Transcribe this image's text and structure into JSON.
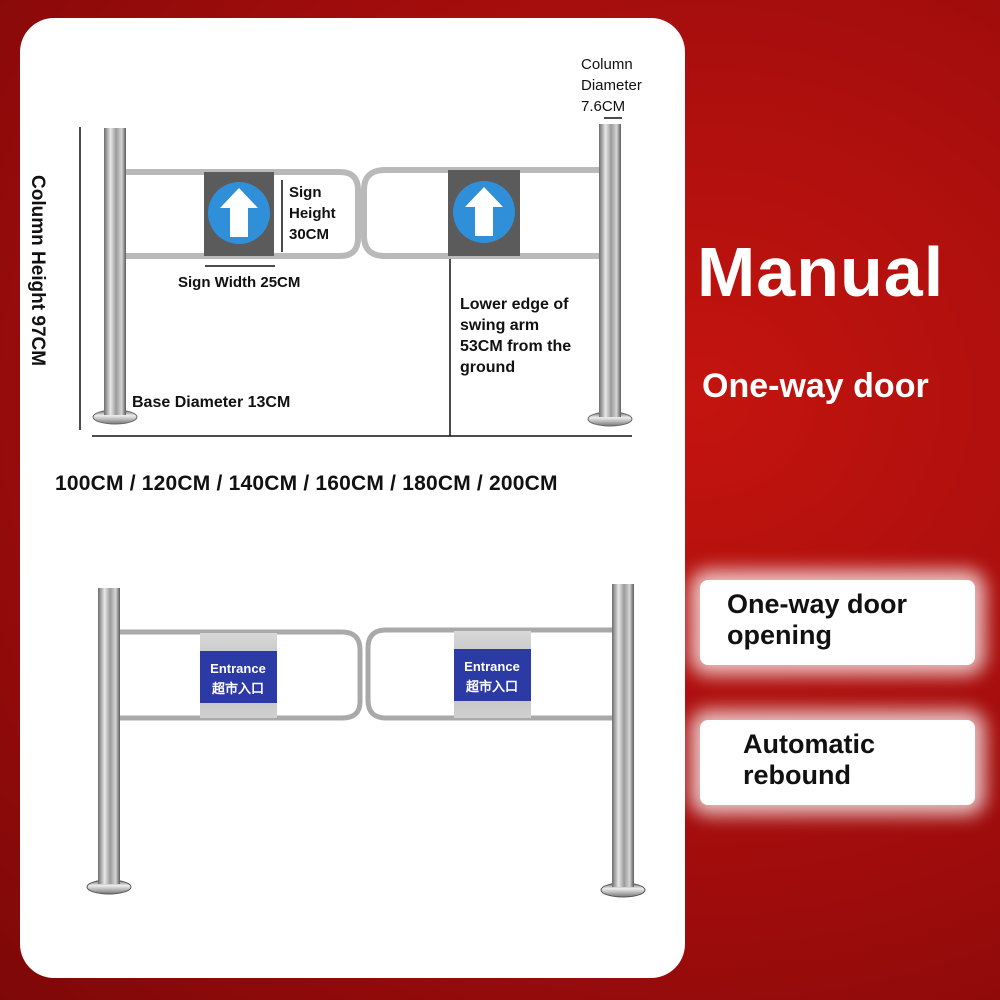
{
  "diagram": {
    "sign_height_label": "Sign Height 30CM",
    "sign_height_lines": [
      "Sign",
      "Height",
      "30CM"
    ],
    "sign_width_label": "Sign Width 25CM",
    "column_diameter_lines": [
      "Column",
      "Diameter",
      "7.6CM"
    ],
    "column_height_label": "Column Height 97CM",
    "lower_edge_lines": [
      "Lower edge of",
      "swing arm",
      "53CM from the",
      "ground"
    ],
    "base_diameter_label": "Base Diameter 13CM",
    "sizes_label": "100CM / 120CM / 140CM / 160CM / 180CM / 200CM",
    "sign_arrow_icon": "arrow-up-icon"
  },
  "photo": {
    "entrance_sign_en": "Entrance",
    "entrance_sign_zh": "超市入口"
  },
  "side": {
    "title": "Manual",
    "subtitle": "One-way door",
    "features": [
      {
        "lines": [
          "One-way door",
          "opening"
        ]
      },
      {
        "lines": [
          "Automatic",
          "rebound"
        ]
      }
    ]
  },
  "colors": {
    "background": "#a80d0d",
    "sign_circle": "#2f8fd9",
    "entrance_sign": "#2c3aa6"
  }
}
